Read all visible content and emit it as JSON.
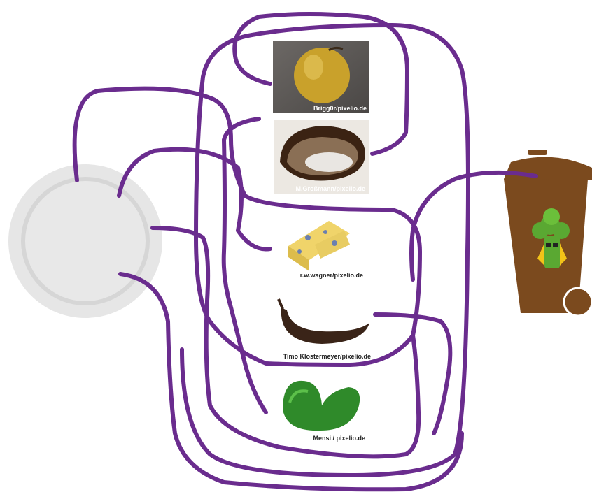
{
  "photos": [
    {
      "id": "apple",
      "credit": "Brigg0r/pixelio.de"
    },
    {
      "id": "bread",
      "credit": "M.Großmann/pixelio.de"
    },
    {
      "id": "cheese",
      "credit": "r.w.wagner/pixelio.de"
    },
    {
      "id": "banana",
      "credit": "Timo Klostermeyer/pixelio.de"
    },
    {
      "id": "cucumber",
      "credit": "Mensi / pixelio.de"
    }
  ],
  "colors": {
    "path": "#6a2c8e",
    "plate": "#e4e4e4",
    "bin": "#7b4a1e",
    "mascot": "#5aa832"
  },
  "icons": {
    "plate": "plate-icon",
    "bin": "compost-bin-icon",
    "mascot": "broccoli-mascot-icon"
  }
}
